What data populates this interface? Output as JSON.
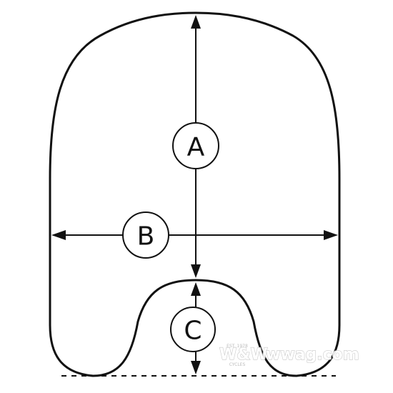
{
  "labels": {
    "height": "A",
    "width": "B",
    "cutout_height": "C"
  },
  "watermark": {
    "top_text": "EST. 1978",
    "brand": "W&W",
    "bottom_text": "CYCLES",
    "url": "wwag.com"
  },
  "colors": {
    "line": "#111111",
    "background": "#ffffff",
    "watermark": "#c4c4c4"
  }
}
